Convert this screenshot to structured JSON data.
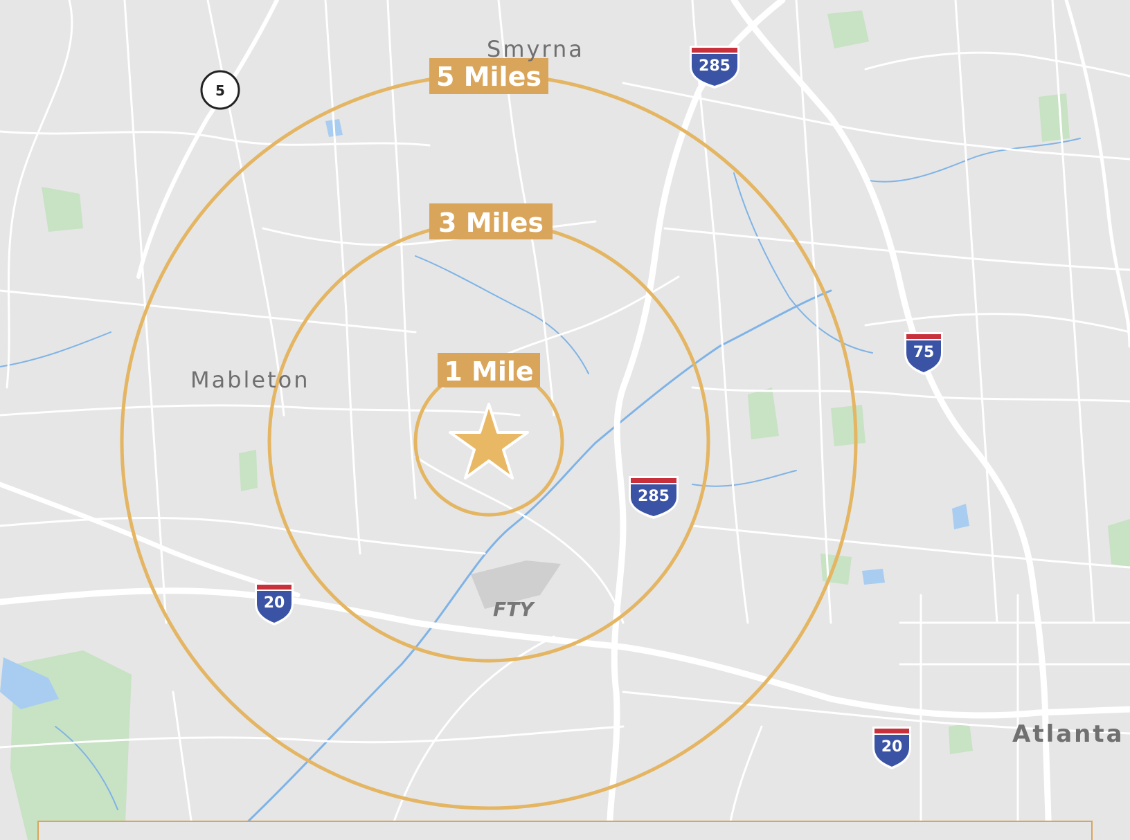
{
  "map": {
    "colors": {
      "land": "#e6e6e6",
      "road": "#ffffff",
      "park": "#c8e2c4",
      "water": "#a9cdf0",
      "ring": "#e4b562",
      "label_background": "#d9a55a",
      "star": "#e8b865",
      "interstate_blue": "#3a53a4",
      "interstate_red": "#c8313b"
    },
    "center_marker": {
      "icon": "star-icon"
    },
    "radius_rings": [
      {
        "label": "1 Mile",
        "radius_miles": 1
      },
      {
        "label": "3 Miles",
        "radius_miles": 3
      },
      {
        "label": "5 Miles",
        "radius_miles": 5
      }
    ],
    "place_labels": {
      "smyrna": "Smyrna",
      "mableton": "Mableton",
      "atlanta": "Atlanta",
      "airport": "FTY"
    },
    "highway_shields": {
      "i285_north": "285",
      "i285_center": "285",
      "i75": "75",
      "i20_west": "20",
      "i20_east": "20",
      "state_route_5": "5"
    }
  }
}
